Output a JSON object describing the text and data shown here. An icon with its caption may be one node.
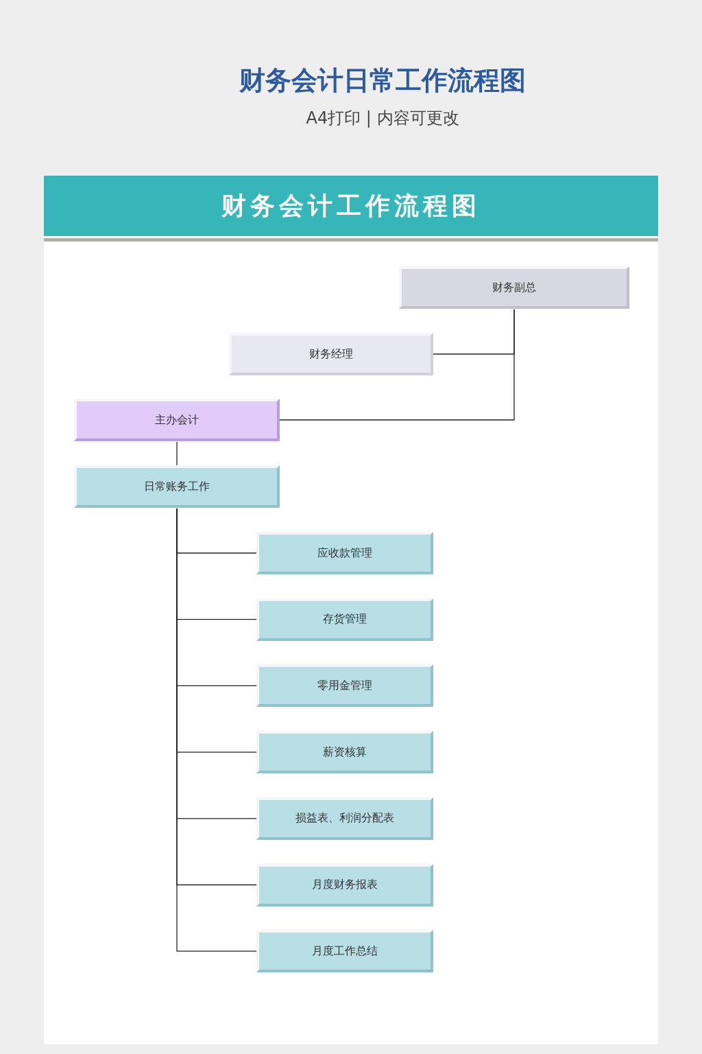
{
  "diagram": {
    "title": "财务会计日常工作流程图",
    "nodes": [
      {
        "text": [
          "财务副总"
        ]
      },
      {
        "text": [
          "财务经理"
        ]
      },
      {
        "text": [
          "主办会计"
        ]
      },
      {
        "text": [
          "日常账务工作"
        ]
      },
      {
        "text": [
          "应收款管理"
        ]
      },
      {
        "text": [
          "存货管理"
        ]
      },
      {
        "text": [
          "零用金管理"
        ]
      },
      {
        "text": [
          "薪资核算"
        ]
      },
      {
        "text": [
          "损益表、利润分配表"
        ]
      },
      {
        "text": [
          "月度财务报表"
        ]
      },
      {
        "text": [
          "月度工作总结"
        ]
      }
    ],
    "edges": [
      {
        "from": 0,
        "to": 1,
        "arrow": "none"
      },
      {
        "from": 0,
        "to": 2,
        "arrow": "none"
      },
      {
        "from": 2,
        "to": 3,
        "arrow": "none"
      },
      {
        "from": 3,
        "to": 4,
        "arrow": "none"
      },
      {
        "from": 3,
        "to": 5,
        "arrow": "none"
      },
      {
        "from": 3,
        "to": 6,
        "arrow": "none"
      },
      {
        "from": 3,
        "to": 7,
        "arrow": "none"
      },
      {
        "from": 3,
        "to": 8,
        "arrow": "none"
      },
      {
        "from": 3,
        "to": 9,
        "arrow": "none"
      },
      {
        "from": 3,
        "to": 10,
        "arrow": "none"
      }
    ],
    "labels": [
      "A4打印 | 内容可更改",
      "财务会计工作流程图"
    ]
  }
}
